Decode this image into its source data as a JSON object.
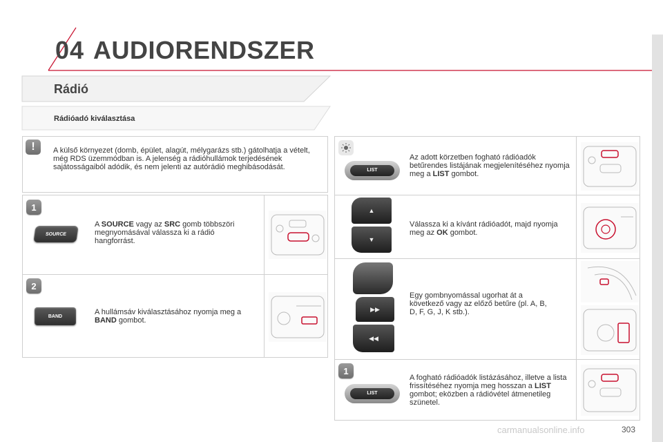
{
  "header": {
    "chapter_number": "04",
    "chapter_title": "AUDIORENDSZER"
  },
  "section": {
    "title": "Rádió",
    "subtitle": "Rádióadó kiválasztása"
  },
  "warning": {
    "icon": "exclamation-icon",
    "text": "A külső környezet (domb, épület, alagút, mélygarázs stb.) gátolhatja a vételt, még RDS üzemmódban is. A jelenség a rádióhullámok terjedésének sajátosságaiból adódik, és nem jelenti az autórádió meghibásodását."
  },
  "step1": {
    "number": "1",
    "button_label": "SOURCE",
    "text_pre": "A ",
    "text_b1": "SOURCE",
    "text_mid": " vagy az ",
    "text_b2": "SRC",
    "text_post": " gomb többszöri megnyomásával válassza ki a rádió hangforrást."
  },
  "step2": {
    "number": "2",
    "button_label": "BAND",
    "text_pre": "A hullámsáv kiválasztásához nyomja meg a ",
    "text_b": "BAND",
    "text_post": " gombot."
  },
  "tip": {
    "icon": "lightbulb-icon",
    "button_label": "LIST",
    "text_pre": "Az adott körzetben fogható rádióadók betűrendes listájának megjelenítéséhez nyomja meg a ",
    "text_b": "LIST",
    "text_post": " gombot."
  },
  "select": {
    "text_pre": "Válassza ki a kívánt rádióadót, majd nyomja meg az ",
    "text_b": "OK",
    "text_post": " gombot."
  },
  "jump": {
    "text": "Egy gombnyomással ugorhat át a következő vagy az előző betűre (pl. A, B, D, F, G, J, K stb.)."
  },
  "refresh": {
    "number": "1",
    "button_label": "LIST",
    "text_pre": "A fogható rádióadók listázásához, illetve a lista frissítéséhez nyomja meg hosszan a ",
    "text_b": "LIST",
    "text_post": " gombot; eközben a rádióvétel átmenetileg szünetel."
  },
  "footer": {
    "page_number": "303",
    "watermark": "carmanualsonline.info"
  },
  "colors": {
    "accent": "#c8102e",
    "panel_border": "#cfcfcf",
    "title": "#444444"
  }
}
